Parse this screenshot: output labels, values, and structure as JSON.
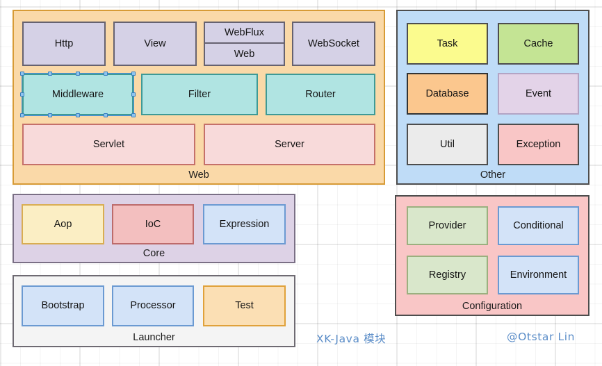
{
  "diagram": {
    "title": "XK-Java 模块",
    "author": "@Otstar Lin",
    "background": "#ffffff",
    "grid": true,
    "selected_node": "Middleware"
  },
  "groups": [
    {
      "id": "web",
      "label": "Web",
      "fill": "#fad9a8",
      "stroke": "#d79b36",
      "nodes": [
        {
          "id": "http",
          "label": "Http",
          "fill": "#d5d1e6",
          "stroke": "#666270"
        },
        {
          "id": "view",
          "label": "View",
          "fill": "#d5d1e6",
          "stroke": "#666270"
        },
        {
          "id": "webflux",
          "label": "WebFlux",
          "label2": "Web",
          "fill": "#d5d1e6",
          "stroke": "#666270",
          "split": true
        },
        {
          "id": "websocket",
          "label": "WebSocket",
          "fill": "#d5d1e6",
          "stroke": "#666270"
        },
        {
          "id": "middleware",
          "label": "Middleware",
          "fill": "#b0e4e2",
          "stroke": "#3e9a96",
          "selected": true
        },
        {
          "id": "filter",
          "label": "Filter",
          "fill": "#b0e4e2",
          "stroke": "#3e9a96"
        },
        {
          "id": "router",
          "label": "Router",
          "fill": "#b0e4e2",
          "stroke": "#3e9a96"
        },
        {
          "id": "servlet",
          "label": "Servlet",
          "fill": "#f8dada",
          "stroke": "#c5706a"
        },
        {
          "id": "server",
          "label": "Server",
          "fill": "#f8dada",
          "stroke": "#c5706a"
        }
      ]
    },
    {
      "id": "other",
      "label": "Other",
      "fill": "#bfdcf7",
      "stroke": "#4d4d4d",
      "nodes": [
        {
          "id": "task",
          "label": "Task",
          "fill": "#fbfb8e",
          "stroke": "#4d4d4d"
        },
        {
          "id": "cache",
          "label": "Cache",
          "fill": "#c4e494",
          "stroke": "#4d4d4d"
        },
        {
          "id": "database",
          "label": "Database",
          "fill": "#fbc78e",
          "stroke": "#333333"
        },
        {
          "id": "event",
          "label": "Event",
          "fill": "#e3d3e8",
          "stroke": "#b3a4c4"
        },
        {
          "id": "util",
          "label": "Util",
          "fill": "#ebebeb",
          "stroke": "#4d4d4d"
        },
        {
          "id": "exception",
          "label": "Exception",
          "fill": "#f9c6c6",
          "stroke": "#4d4d4d"
        }
      ]
    },
    {
      "id": "core",
      "label": "Core",
      "fill": "#ddd2e6",
      "stroke": "#7a6f85",
      "nodes": [
        {
          "id": "aop",
          "label": "Aop",
          "fill": "#fbeec4",
          "stroke": "#d9ad52"
        },
        {
          "id": "ioc",
          "label": "IoC",
          "fill": "#f3bfbf",
          "stroke": "#bd6b6b"
        },
        {
          "id": "expression",
          "label": "Expression",
          "fill": "#d3e3f8",
          "stroke": "#6b9ad2"
        }
      ]
    },
    {
      "id": "launcher",
      "label": "Launcher",
      "fill": "#f4f4f4",
      "stroke": "#6e6a72",
      "nodes": [
        {
          "id": "bootstrap",
          "label": "Bootstrap",
          "fill": "#d3e3f8",
          "stroke": "#6b9ad2"
        },
        {
          "id": "processor",
          "label": "Processor",
          "fill": "#d3e3f8",
          "stroke": "#6b9ad2"
        },
        {
          "id": "test",
          "label": "Test",
          "fill": "#fbdfb4",
          "stroke": "#e0a13a"
        }
      ]
    },
    {
      "id": "configuration",
      "label": "Configuration",
      "fill": "#f9c6c6",
      "stroke": "#4d4d4d",
      "nodes": [
        {
          "id": "provider",
          "label": "Provider",
          "fill": "#d9e7cb",
          "stroke": "#9bb07f"
        },
        {
          "id": "conditional",
          "label": "Conditional",
          "fill": "#d3e3f8",
          "stroke": "#6b9ad2"
        },
        {
          "id": "registry",
          "label": "Registry",
          "fill": "#d9e7cb",
          "stroke": "#9bb07f"
        },
        {
          "id": "environment",
          "label": "Environment",
          "fill": "#d3e3f8",
          "stroke": "#6b9ad2"
        }
      ]
    }
  ]
}
